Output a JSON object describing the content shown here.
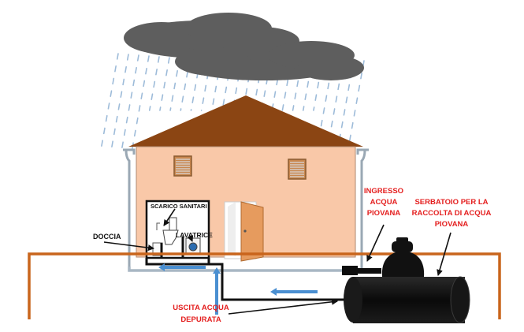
{
  "labels": {
    "scarico_sanitari": "SCARICO SANITARI",
    "lavatrice": "LAVATRICE",
    "doccia": "DOCCIA",
    "ingresso": [
      "INGRESSO",
      "ACQUA",
      "PIOVANA"
    ],
    "serbatoio": [
      "SERBATOIO PER LA",
      "RACCOLTA DI ACQUA",
      "PIOVANA"
    ],
    "uscita": [
      "USCITA ACQUA",
      "DEPURATA"
    ]
  },
  "colors": {
    "wall": "#f9c8a8",
    "roof": "#8b4513",
    "ground": "#c9651c",
    "cloud": "#5e5e5e",
    "rain": "#9dbbd9",
    "tank": "#0d0d0d",
    "pipe_black": "#111111",
    "pipe_gray": "#a9b7c4",
    "flow_arrow": "#4a8fd1",
    "red_label": "#e41f1f",
    "door": "#e69b5e",
    "window": "#c8874f"
  }
}
